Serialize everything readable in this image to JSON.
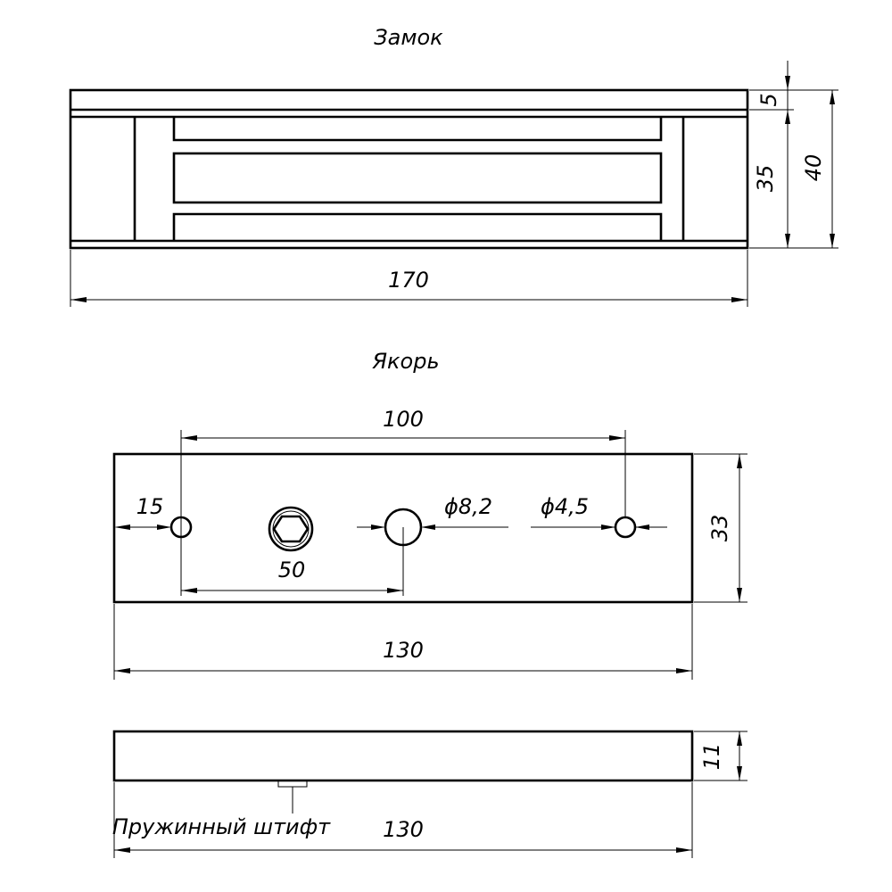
{
  "lock": {
    "title": "Замок",
    "dim_width": "170",
    "dim_top_plate": "5",
    "dim_body_height": "35",
    "dim_total_height": "40"
  },
  "armature": {
    "title": "Якорь",
    "dim_hole_spacing": "100",
    "dim_edge_offset": "15",
    "dim_center_offset": "50",
    "dim_center_hole": "ϕ8,2",
    "dim_small_hole": "ϕ4,5",
    "dim_height": "33",
    "dim_width": "130"
  },
  "side_view": {
    "dim_thickness": "11",
    "dim_width": "130",
    "pin_label": "Пружинный штифт"
  }
}
